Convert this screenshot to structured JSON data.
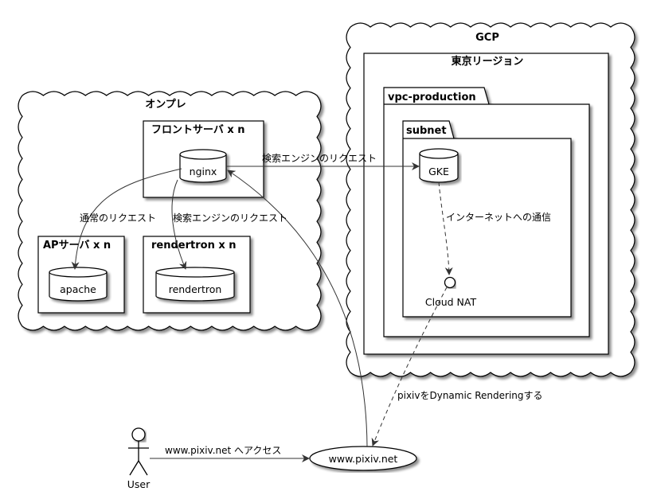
{
  "clouds": {
    "onprem": "オンプレ",
    "gcp": "GCP"
  },
  "nodes": {
    "front": {
      "title": "フロントサーバ x n",
      "db": "nginx"
    },
    "ap": {
      "title": "APサーバ x n",
      "db": "apache"
    },
    "render": {
      "title": "rendertron x n",
      "db": "rendertron"
    },
    "region": {
      "title": "東京リージョン"
    },
    "vpc": {
      "title": "vpc-production"
    },
    "subnet": {
      "title": "subnet",
      "db": "GKE"
    },
    "nat": {
      "label": "Cloud NAT"
    },
    "site": {
      "label": "www.pixiv.net"
    },
    "user": {
      "label": "User"
    }
  },
  "edges": {
    "nginx_to_gke": "検索エンジンのリクエスト",
    "nginx_to_apache": "通常のリクエスト",
    "nginx_to_rendertron": "検索エンジンのリクエスト",
    "gke_to_nat": "インターネットへの通信",
    "nat_to_site": "pixivをDynamic Renderingする",
    "user_to_site": "www.pixiv.net へアクセス"
  }
}
